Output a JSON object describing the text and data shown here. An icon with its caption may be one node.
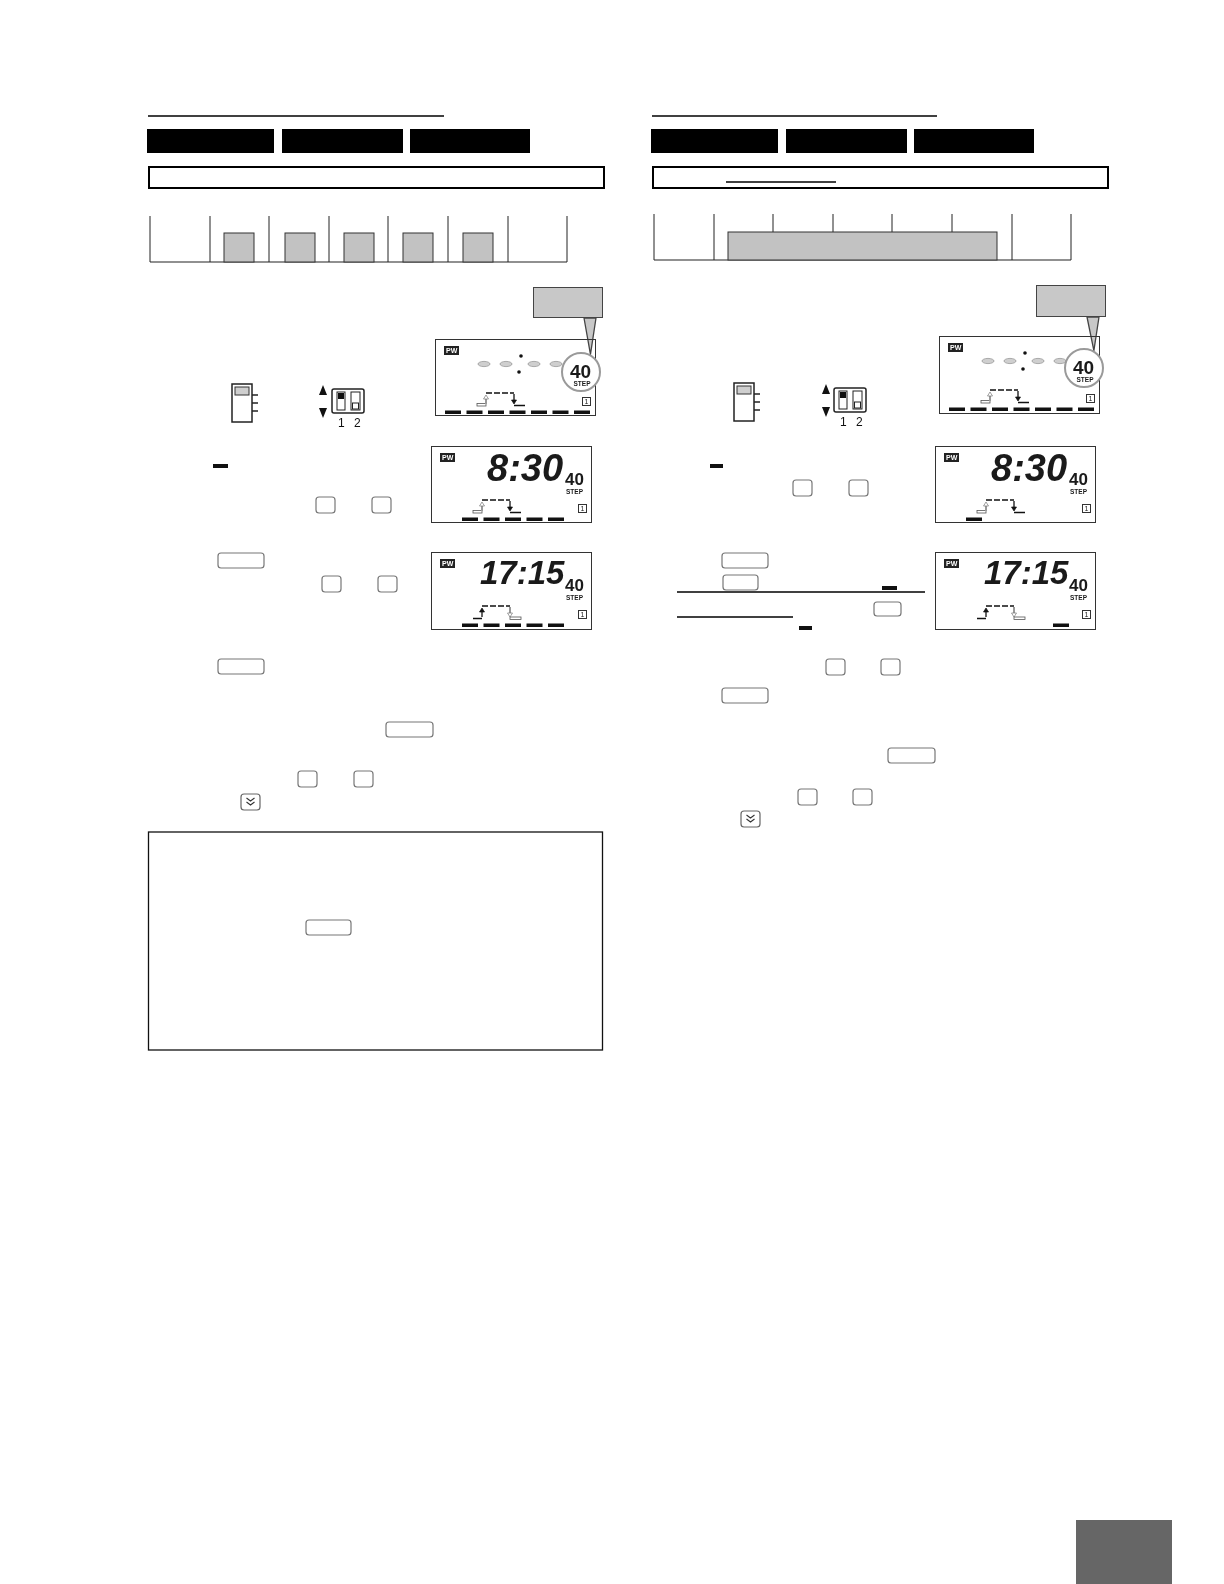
{
  "diagram": {
    "nodes": [
      {
        "text": [],
        "shape": "box"
      },
      {
        "text": [
          "PW",
          "1"
        ]
      },
      {
        "text": [
          "40",
          "STEP"
        ]
      },
      {
        "text": [
          "PW",
          "8:30",
          "40",
          "STEP",
          "1"
        ]
      },
      {
        "text": [
          "PW",
          "17:15",
          "40",
          "STEP",
          "1"
        ]
      },
      {
        "text": [],
        "shape": "box"
      },
      {
        "text": [
          "PW",
          "1"
        ]
      },
      {
        "text": [
          "40",
          "STEP"
        ]
      },
      {
        "text": [
          "PW",
          "8:30",
          "40",
          "STEP",
          "1"
        ]
      },
      {
        "text": [
          "PW",
          "17:15",
          "40",
          "STEP",
          "1"
        ]
      }
    ],
    "edges": [
      {
        "from": 0,
        "to": 2,
        "arrow": "none"
      },
      {
        "from": 5,
        "to": 7,
        "arrow": "none"
      }
    ],
    "labels": [
      "1",
      "2",
      "1",
      "2"
    ]
  }
}
